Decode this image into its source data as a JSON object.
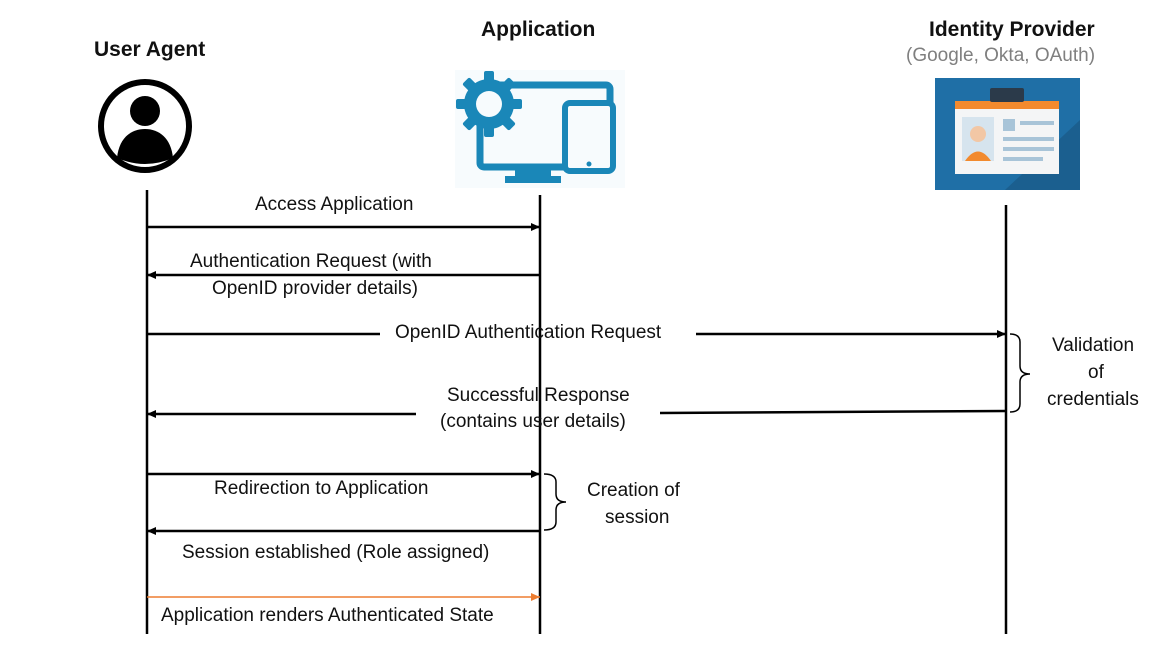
{
  "actors": {
    "user_agent": {
      "title": "User Agent"
    },
    "application": {
      "title": "Application"
    },
    "identity_provider": {
      "title": "Identity Provider",
      "subtitle": "(Google, Okta, OAuth)"
    }
  },
  "messages": {
    "access_application": "Access Application",
    "auth_request_line1": "Authentication Request (with",
    "auth_request_line2": "OpenID provider details)",
    "openid_auth_request": "OpenID Authentication Request",
    "success_line1": "Successful Response",
    "success_line2": "(contains user details)",
    "redirection": "Redirection to Application",
    "session_established": "Session established (Role assigned)",
    "renders_state": "Application renders Authenticated State"
  },
  "annotations": {
    "validation_line1": "Validation",
    "validation_line2": "of",
    "validation_line3": "credentials",
    "creation_line1": "Creation of",
    "creation_line2": "session"
  },
  "colors": {
    "line": "#000000",
    "orange_arrow": "#ed7d31",
    "app_icon": "#1a87b8",
    "idp_bg": "#1f6fa6",
    "badge_orange": "#f28a2e"
  },
  "icons": {
    "user": "user-circle-icon",
    "app": "gear-monitor-tablet-icon",
    "idp": "id-badge-icon"
  }
}
